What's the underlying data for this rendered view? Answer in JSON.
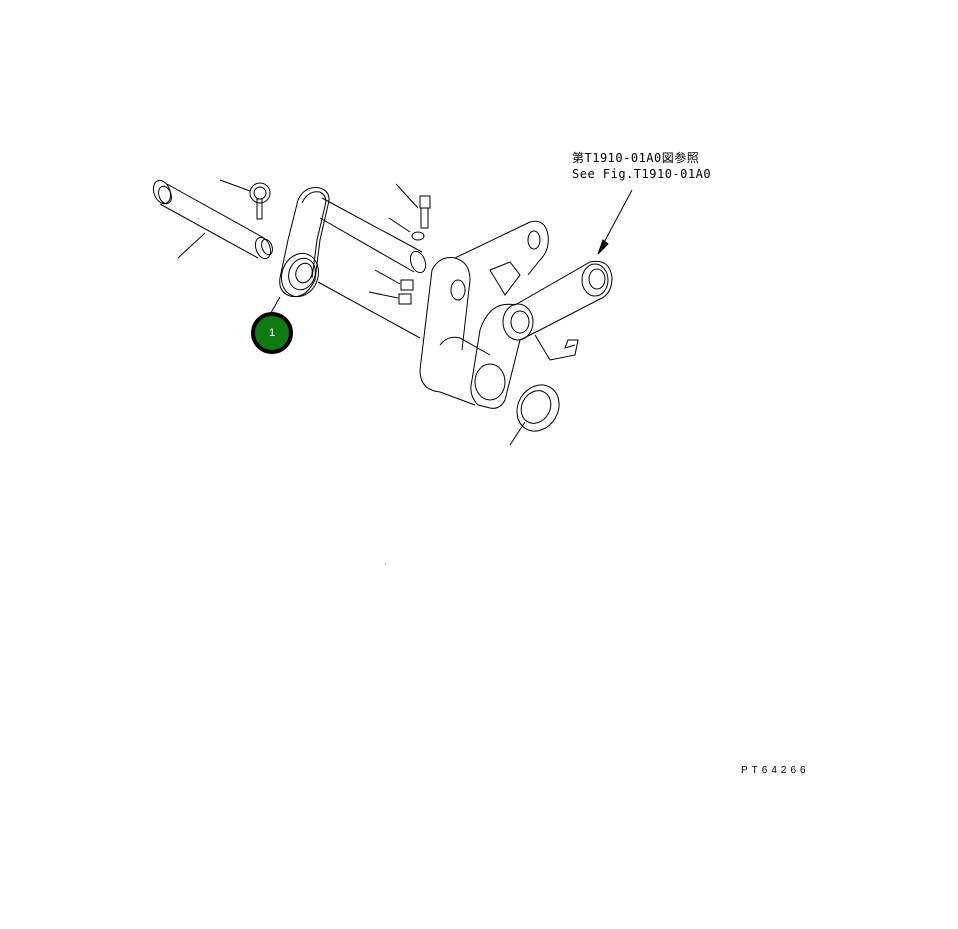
{
  "diagram": {
    "type": "exploded parts diagram",
    "reference_note": {
      "line1": "第T1910-01A0図参照",
      "line2": "See Fig.T1910-01A0"
    },
    "drawing_code": "PT64266",
    "callouts": [
      {
        "number": "1",
        "color": "#0f7a0f",
        "part": "bushing"
      }
    ],
    "parts": [
      "pin",
      "grease-fitting",
      "lever-arm",
      "shaft",
      "bolt",
      "washer",
      "nut-upper",
      "nut-lower",
      "bracket",
      "link-plate",
      "seal-ring"
    ]
  }
}
